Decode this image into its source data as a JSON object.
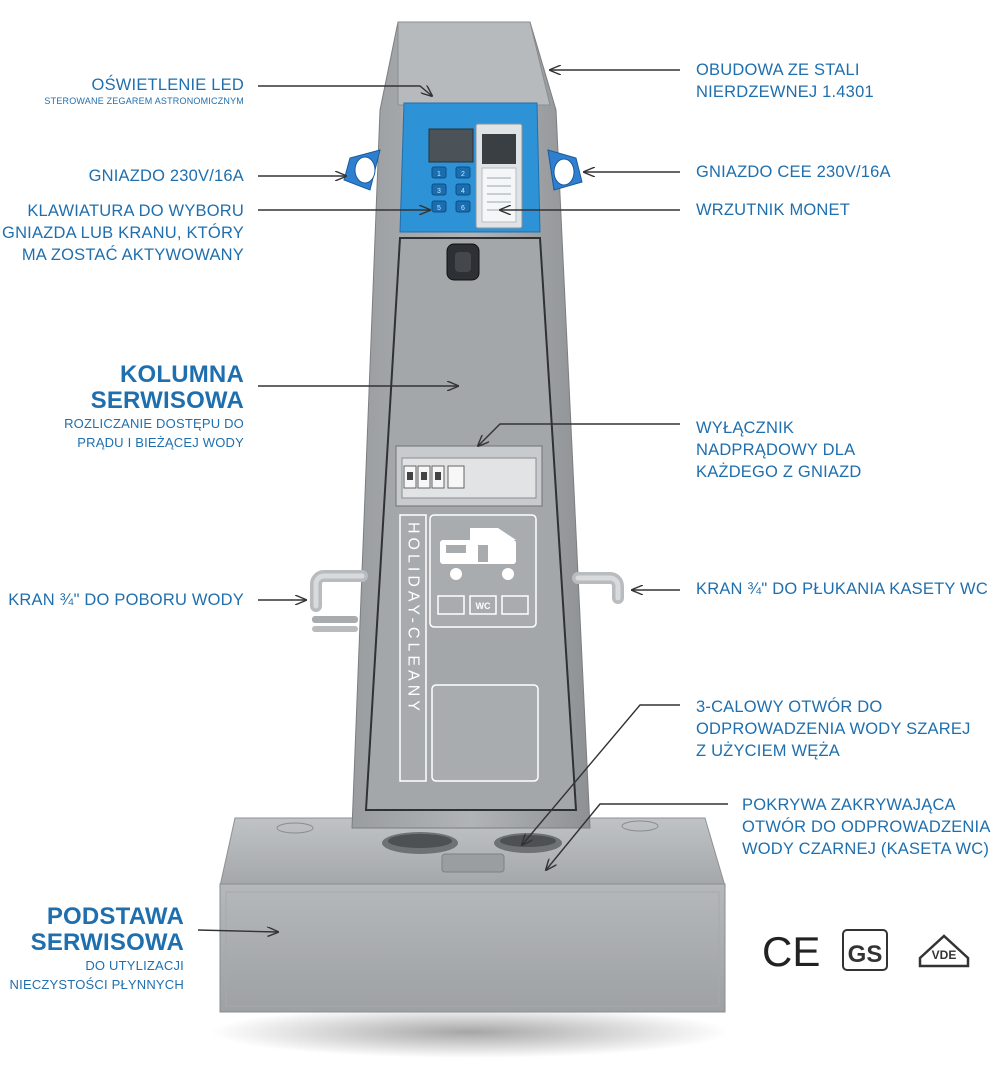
{
  "labels": {
    "led": {
      "title": "OŚWIETLENIE LED",
      "sub": "STEROWANE ZEGAREM ASTRONOMICZNYM"
    },
    "housing": {
      "line1": "OBUDOWA ZE STALI",
      "line2": "NIERDZEWNEJ 1.4301"
    },
    "socket230": {
      "text": "GNIAZDO 230V/16A"
    },
    "socket_cee": {
      "text": "GNIAZDO CEE 230V/16A"
    },
    "keypad": {
      "line1": "KLAWIATURA DO WYBORU",
      "line2": "GNIAZDA LUB KRANU, KTÓRY",
      "line3": "MA ZOSTAĆ AKTYWOWANY"
    },
    "coin": {
      "text": "WRZUTNIK MONET"
    },
    "column": {
      "title1": "KOLUMNA",
      "title2": "SERWISOWA",
      "sub1": "ROZLICZANIE DOSTĘPU DO",
      "sub2": "PRĄDU I BIEŻĄCEJ WODY"
    },
    "breaker": {
      "line1": "WYŁĄCZNIK",
      "line2": "NADPRĄDOWY DLA",
      "line3": "KAŻDEGO Z GNIAZD"
    },
    "tap_water": {
      "text": "KRAN ¾\" DO POBORU WODY"
    },
    "tap_wc": {
      "text": "KRAN ¾\" DO PŁUKANIA KASETY WC"
    },
    "grey_water": {
      "line1": "3-CALOWY OTWÓR DO",
      "line2": "ODPROWADZENIA WODY SZAREJ",
      "line3": "Z UŻYCIEM WĘŻA"
    },
    "black_water": {
      "line1": "POKRYWA ZAKRYWAJĄCA",
      "line2": "OTWÓR DO ODPROWADZENIA",
      "line3": "WODY CZARNEJ (KASETA WC)"
    },
    "base": {
      "title1": "PODSTAWA",
      "title2": "SERWISOWA",
      "sub1": "DO UTYLIZACJI",
      "sub2": "NIECZYSTOŚCI PŁYNNYCH"
    }
  },
  "product": {
    "brand_vertical": "HOLIDAY-CLEANY",
    "keypad_keys": [
      "1",
      "2",
      "3",
      "4",
      "5",
      "6"
    ],
    "pictogram_wc": "WC"
  },
  "certifications": {
    "ce": "CE",
    "gs": "GS",
    "vde": "VDE"
  },
  "colors": {
    "accent_text": "#1f6fae",
    "panel_blue": "#2e93d6",
    "steel": "#a9acaf",
    "socket_blue": "#2f7fd0"
  }
}
